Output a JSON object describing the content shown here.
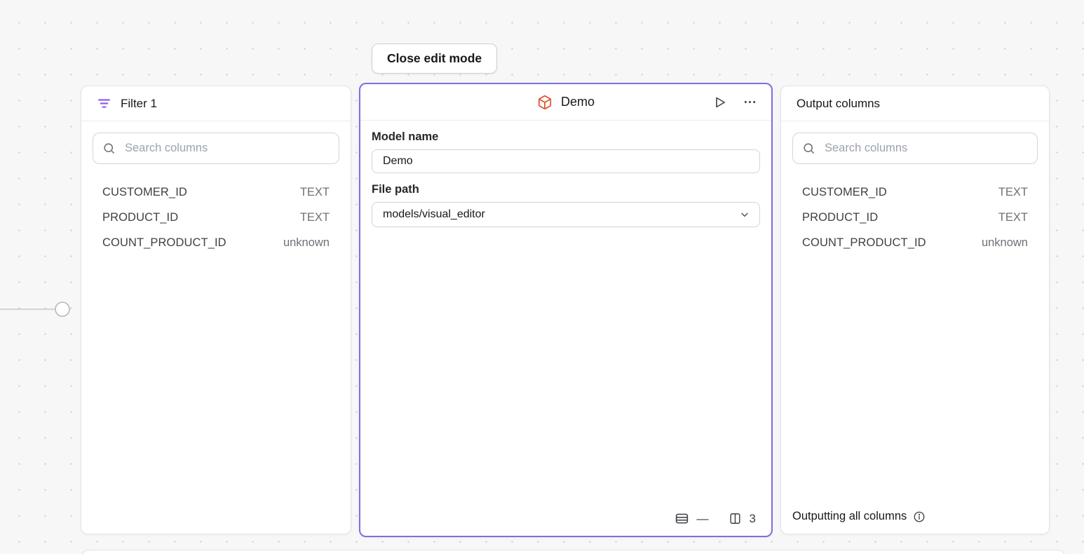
{
  "toolbar": {
    "close_edit_label": "Close edit mode"
  },
  "filter_card": {
    "title": "Filter 1",
    "search_placeholder": "Search columns",
    "columns": [
      {
        "name": "CUSTOMER_ID",
        "type": "TEXT"
      },
      {
        "name": "PRODUCT_ID",
        "type": "TEXT"
      },
      {
        "name": "COUNT_PRODUCT_ID",
        "type": "unknown"
      }
    ]
  },
  "model_card": {
    "title": "Demo",
    "model_name_label": "Model name",
    "model_name_value": "Demo",
    "file_path_label": "File path",
    "file_path_value": "models/visual_editor",
    "row_count": "—",
    "column_count": "3"
  },
  "output_card": {
    "title": "Output columns",
    "search_placeholder": "Search columns",
    "columns": [
      {
        "name": "CUSTOMER_ID",
        "type": "TEXT"
      },
      {
        "name": "PRODUCT_ID",
        "type": "TEXT"
      },
      {
        "name": "COUNT_PRODUCT_ID",
        "type": "unknown"
      }
    ],
    "footer": "Outputting all columns"
  },
  "colors": {
    "selection_purple": "#7c6fe4",
    "filter_icon_purple": "#8b5cf6",
    "model_icon_orange": "#e0532f",
    "canvas_background": "#f7f7f8"
  }
}
